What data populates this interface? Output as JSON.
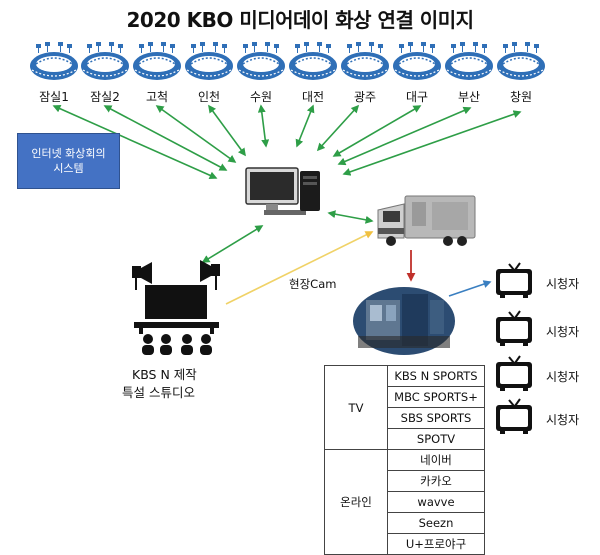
{
  "title": "2020 KBO 미디어데이 화상 연결 이미지",
  "stadiums": [
    "잠실1",
    "잠실2",
    "고척",
    "인천",
    "수원",
    "대전",
    "광주",
    "대구",
    "부산",
    "창원"
  ],
  "system_box": {
    "line1": "인터넷 화상회의",
    "line2": "시스템"
  },
  "studio": {
    "line1": "KBS N 제작",
    "line2": "특설 스튜디오"
  },
  "cam_label": "현장Cam",
  "viewers": [
    "시청자",
    "시청자",
    "시청자",
    "시청자"
  ],
  "channels": [
    {
      "category": "TV",
      "items": [
        "KBS N SPORTS",
        "MBC SPORTS+",
        "SBS SPORTS",
        "SPOTV"
      ]
    },
    {
      "category": "온라인",
      "items": [
        "네이버",
        "카카오",
        "wavve",
        "Seezn",
        "U+프로야구"
      ]
    }
  ],
  "colors": {
    "green_arrow": "#2e9e47",
    "yellow_arrow": "#f0d267",
    "red_arrow": "#c0302b",
    "blue_arrow": "#3a7fc1",
    "stadium_blue": "#2f6fb7",
    "system_box": "#4472c4"
  }
}
